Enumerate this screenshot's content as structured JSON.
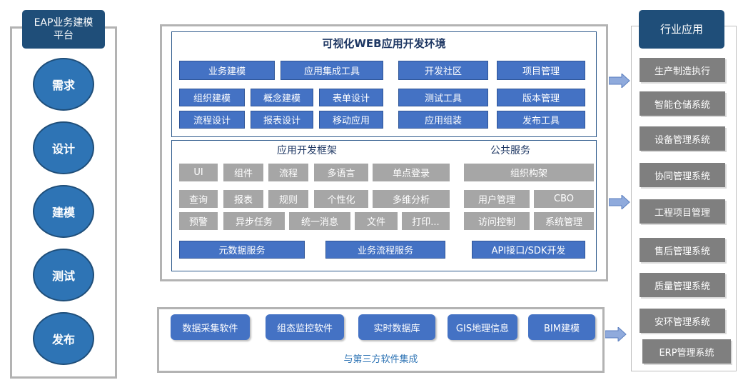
{
  "left": {
    "title": "EAP业务建模平台",
    "phases": [
      "需求",
      "设计",
      "建模",
      "测试",
      "发布"
    ]
  },
  "center": {
    "title": "可视化WEB应用开发环境",
    "modeling_row1": [
      "业务建模",
      "应用集成工具"
    ],
    "modeling_row2": [
      "组织建模",
      "概念建模",
      "表单设计"
    ],
    "modeling_row3": [
      "流程设计",
      "报表设计",
      "移动应用"
    ],
    "tools_col1": [
      "开发社区",
      "测试工具",
      "应用组装"
    ],
    "tools_col2": [
      "项目管理",
      "版本管理",
      "发布工具"
    ],
    "framework_title": "应用开发框架",
    "public_title": "公共服务",
    "fw_row1": [
      "UI",
      "组件",
      "流程",
      "多语言",
      "单点登录"
    ],
    "fw_row2": [
      "查询",
      "报表",
      "规则",
      "个性化",
      "多维分析"
    ],
    "fw_row3": [
      "预警",
      "异步任务",
      "统一消息",
      "文件",
      "打印..."
    ],
    "pub_row1": [
      "组织构架"
    ],
    "pub_row2": [
      "用户管理",
      "CBO"
    ],
    "pub_row3": [
      "访问控制",
      "系统管理"
    ],
    "services": [
      "元数据服务",
      "业务流程服务",
      "API接口/SDK开发"
    ]
  },
  "bottom": {
    "items": [
      "数据采集软件",
      "组态监控软件",
      "实时数据库",
      "GIS地理信息",
      "BIM建模"
    ],
    "caption": "与第三方软件集成"
  },
  "right": {
    "title": "行业应用",
    "items": [
      "生产制造执行",
      "智能仓储系统",
      "设备管理系统",
      "协同管理系统",
      "工程项目管理",
      "售后管理系统",
      "质量管理系统",
      "安环管理系统",
      "ERP管理系统"
    ]
  }
}
